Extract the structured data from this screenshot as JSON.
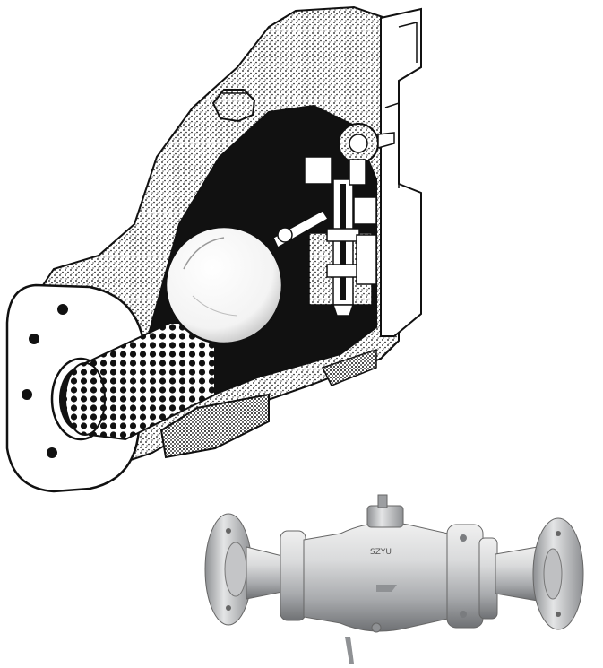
{
  "figure": {
    "cutaway_view": {
      "subject": "float-steam-trap-cutaway",
      "colors": {
        "ink": "#111111",
        "paper": "#ffffff",
        "shade": "#4a4a4a"
      }
    },
    "product_photo": {
      "subject": "float-steam-trap-photo",
      "cast_marking": "SZYU",
      "colors": {
        "metal_light": "#d9dadb",
        "metal_mid": "#a9abae",
        "metal_dark": "#6f7174"
      }
    }
  }
}
